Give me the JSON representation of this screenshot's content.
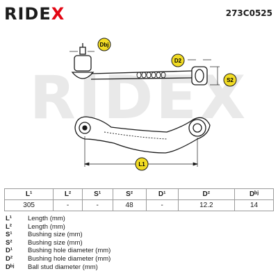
{
  "header": {
    "brand_main": "RIDE",
    "brand_accent": "X",
    "part_number": "273C0525"
  },
  "watermark": "RIDEX",
  "callouts": {
    "dbj": "Dbj",
    "d2": "D2",
    "s2": "S2",
    "l1": "L1"
  },
  "table": {
    "headers": [
      "L¹",
      "L²",
      "S¹",
      "S²",
      "D¹",
      "D²",
      "Dᵇʲ"
    ],
    "values": [
      "305",
      "-",
      "-",
      "48",
      "-",
      "12.2",
      "14"
    ]
  },
  "legend": [
    {
      "code": "L¹",
      "desc": "Length (mm)"
    },
    {
      "code": "L²",
      "desc": "Length (mm)"
    },
    {
      "code": "S¹",
      "desc": "Bushing size (mm)"
    },
    {
      "code": "S²",
      "desc": "Bushing size (mm)"
    },
    {
      "code": "D¹",
      "desc": "Bushing hole diameter (mm)"
    },
    {
      "code": "D²",
      "desc": "Bushing hole diameter (mm)"
    },
    {
      "code": "Dᵇʲ",
      "desc": "Ball stud diameter (mm)"
    }
  ],
  "colors": {
    "accent": "#e30613",
    "callout_fill": "#f2dc24",
    "line": "#1a1a1a",
    "watermark": "#e9e9e9"
  }
}
